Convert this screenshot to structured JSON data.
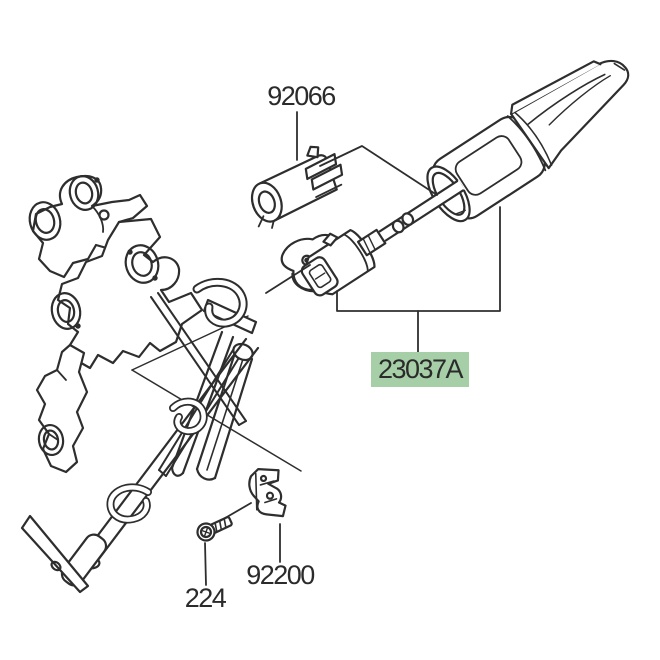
{
  "diagram": {
    "kind": "exploded-parts-diagram",
    "colors": {
      "background": "#ffffff",
      "line": "#2e2e2e",
      "label_text": "#2b2b2b",
      "highlight_fill": "#a6cfa7"
    },
    "labels": {
      "grommet_ref": "92066",
      "turn_signal_ref": "23037A",
      "screw_ref": "224",
      "bracket_ref": "92200"
    },
    "callouts": [
      {
        "ref": "92066",
        "highlighted": false
      },
      {
        "ref": "23037A",
        "highlighted": true
      },
      {
        "ref": "224",
        "highlighted": false
      },
      {
        "ref": "92200",
        "highlighted": false
      }
    ]
  }
}
